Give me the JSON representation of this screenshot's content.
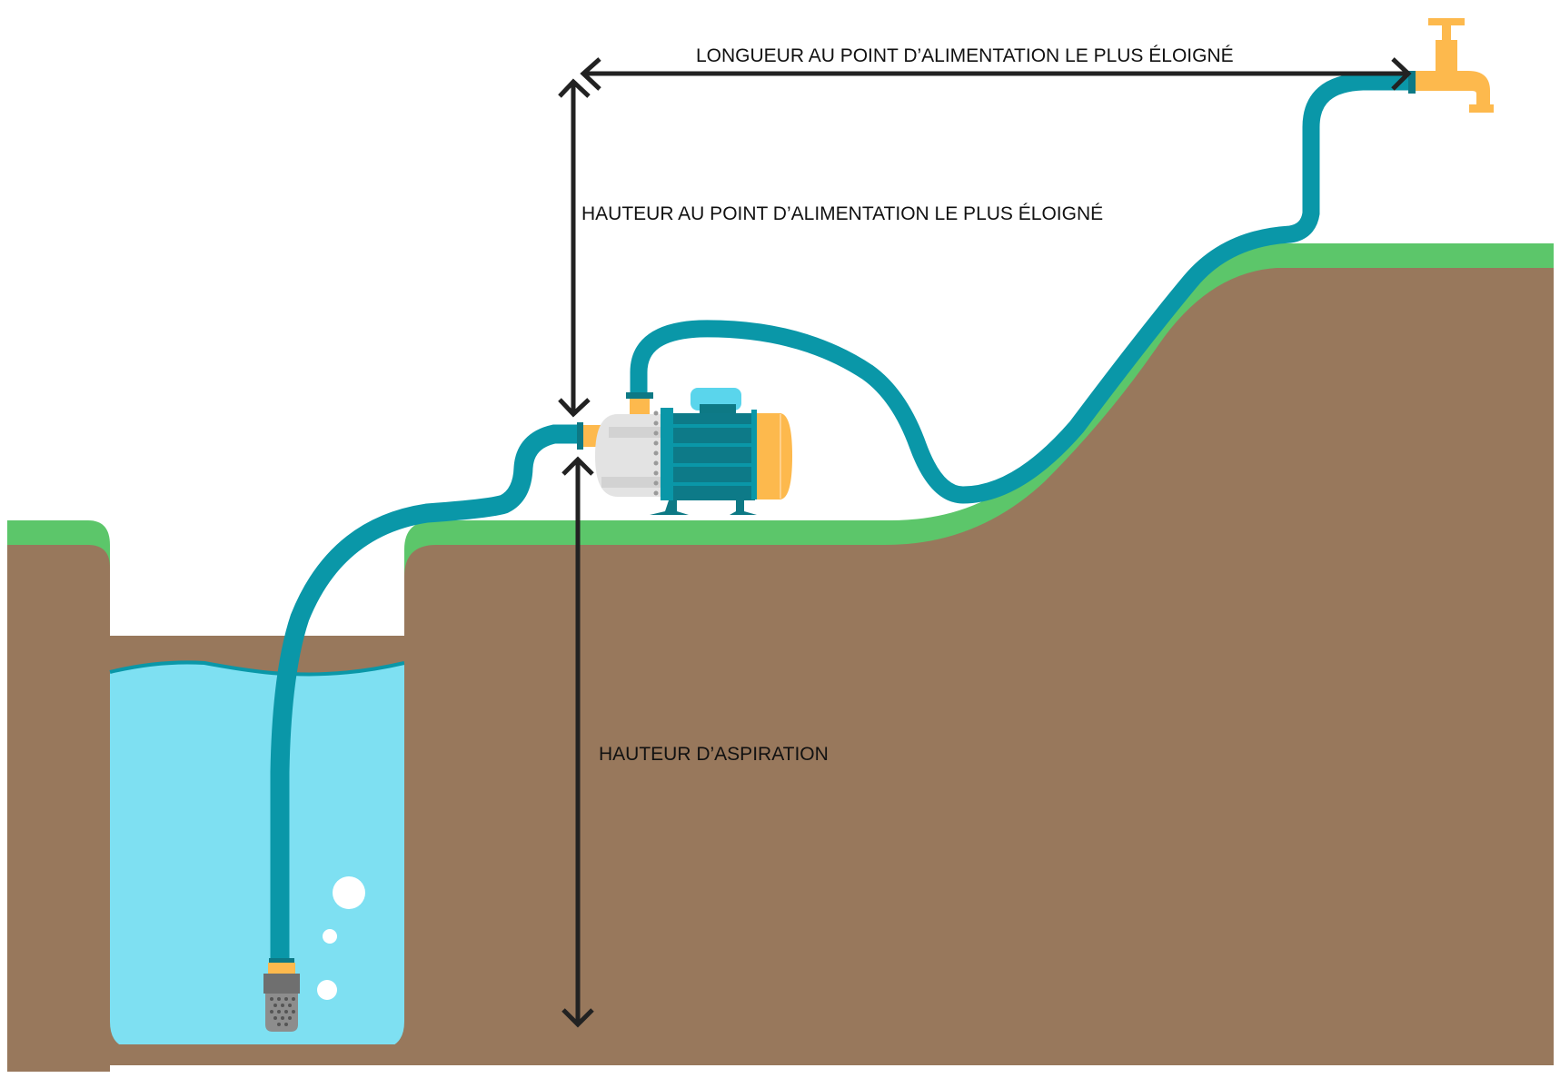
{
  "labels": {
    "length_to_furthest_point": "LONGUEUR AU POINT D’ALIMENTATION LE PLUS ÉLOIGNÉ",
    "height_to_furthest_point": "HAUTEUR AU POINT D’ALIMENTATION LE PLUS ÉLOIGNÉ",
    "suction_height": "HAUTEUR D’ASPIRATION"
  },
  "elements": {
    "well": "water-well",
    "pump": "surface-pump",
    "faucet": "water-faucet",
    "strainer": "foot-valve-strainer",
    "suction_hose": "suction-hose",
    "delivery_hose": "delivery-hose"
  },
  "colors": {
    "soil": "#98785c",
    "grass": "#5cc66a",
    "water": "#7ee0f2",
    "hose": "#0a97a8",
    "hose_dark": "#0d7985",
    "brass": "#fdb94d",
    "pump_body": "#0d7a88",
    "pump_cap": "#5ad5ec",
    "pump_housing": "#e6e6e6",
    "arrow": "#222222",
    "strainer": "#7a7a7a"
  }
}
